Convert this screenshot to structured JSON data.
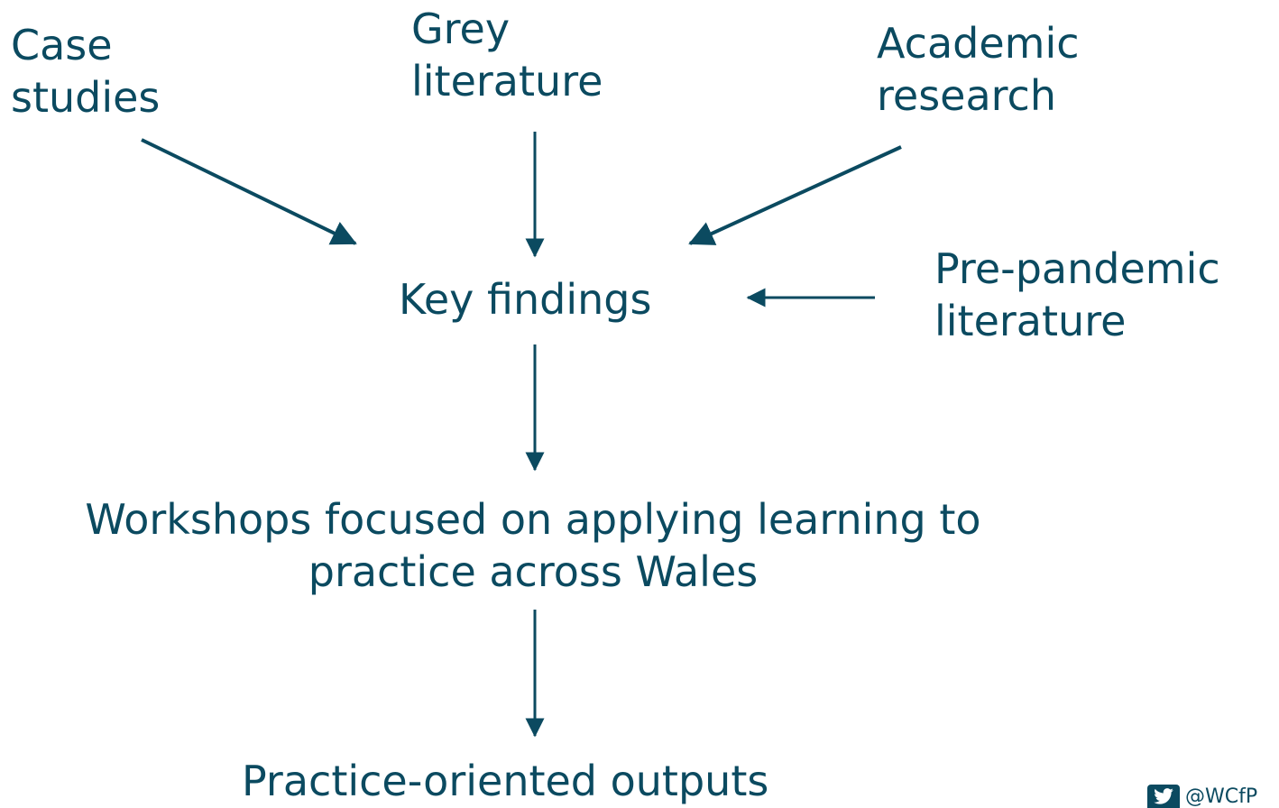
{
  "nodes": {
    "case_studies": {
      "lines": [
        "Case",
        "studies"
      ]
    },
    "grey_literature": {
      "lines": [
        "Grey",
        "literature"
      ]
    },
    "academic_research": {
      "lines": [
        "Academic",
        "research"
      ]
    },
    "key_findings": {
      "lines": [
        "Key findings"
      ]
    },
    "pre_pandemic": {
      "lines": [
        "Pre-pandemic",
        "literature"
      ]
    },
    "workshops": {
      "lines": [
        "Workshops focused on applying learning to",
        "practice across Wales"
      ]
    },
    "outputs": {
      "lines": [
        "Practice-oriented outputs"
      ]
    }
  },
  "footer": {
    "twitter_handle": "@WCfP",
    "icon": "twitter-icon"
  },
  "colors": {
    "text": "#0b4a60",
    "arrow": "#0b4a60"
  }
}
